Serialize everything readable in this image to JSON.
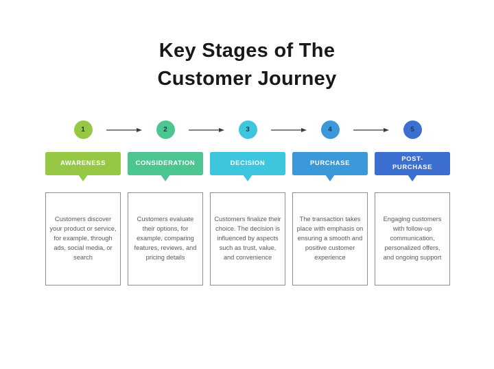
{
  "title": {
    "line1": "Key Stages of The",
    "line2": "Customer Journey"
  },
  "colors": {
    "background": "#ffffff",
    "title_text": "#181818",
    "arrow": "#3a3a3a",
    "box_border": "#8f8f8f",
    "box_text": "#58595b",
    "banner_text": "#ffffff",
    "number_text": "#163c4e"
  },
  "stages": [
    {
      "number": "1",
      "label": "AWARENESS",
      "color": "#96c846",
      "description": "Customers discover your product or service, for example, through ads, social media, or search"
    },
    {
      "number": "2",
      "label": "CONSIDERATION",
      "color": "#4dc591",
      "description": "Customers evaluate their options, for example, comparing features, reviews, and pricing details"
    },
    {
      "number": "3",
      "label": "DECISION",
      "color": "#3ec6de",
      "description": "Customers finalize their choice. The decision is influenced by aspects such as trust, value, and convenience"
    },
    {
      "number": "4",
      "label": "PURCHASE",
      "color": "#3b99d9",
      "description": "The transaction takes place with emphasis on ensuring a smooth and positive customer experience"
    },
    {
      "number": "5",
      "label": "POST-\nPURCHASE",
      "color": "#3c6fd1",
      "description": "Engaging customers with follow-up communication, personalized offers, and ongoing support"
    }
  ]
}
